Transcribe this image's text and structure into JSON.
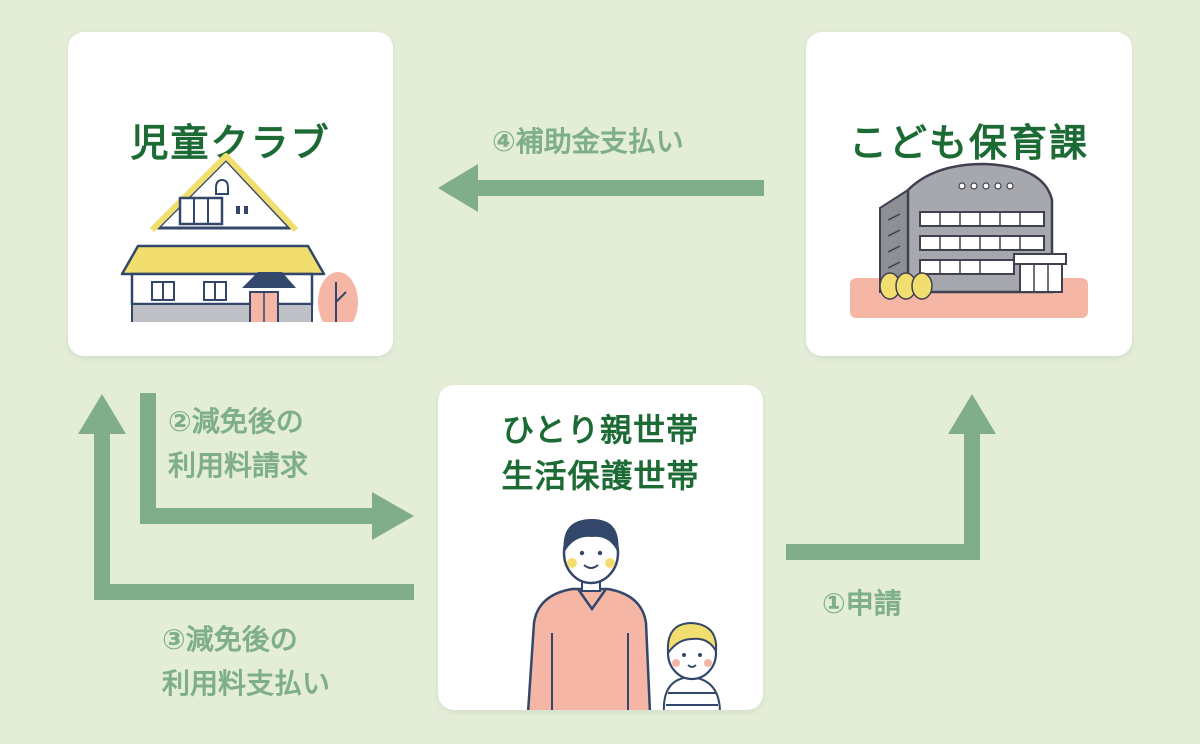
{
  "nodes": {
    "club": {
      "title": "児童クラブ"
    },
    "dept": {
      "title": "こども保育課"
    },
    "family": {
      "title_line1": "ひとり親世帯",
      "title_line2": "生活保護世帯"
    }
  },
  "steps": {
    "step1": {
      "label": "①申請"
    },
    "step2": {
      "line1": "②減免後の",
      "line2": "利用料請求"
    },
    "step3": {
      "line1": "③減免後の",
      "line2": "利用料支払い"
    },
    "step4": {
      "label": "④補助金支払い"
    }
  },
  "colors": {
    "background": "#e4edd8",
    "card": "#ffffff",
    "title": "#1c6b35",
    "arrow": "#80ae8c",
    "label": "#7fae8a"
  }
}
